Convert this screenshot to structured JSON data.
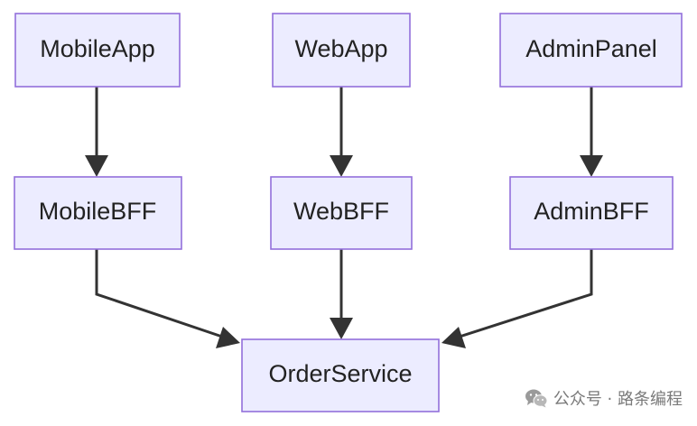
{
  "nodes": {
    "mobile_app": "MobileApp",
    "web_app": "WebApp",
    "admin_panel": "AdminPanel",
    "mobile_bff": "MobileBFF",
    "web_bff": "WebBFF",
    "admin_bff": "AdminBFF",
    "order_service": "OrderService"
  },
  "edges": [
    [
      "MobileApp",
      "MobileBFF"
    ],
    [
      "WebApp",
      "WebBFF"
    ],
    [
      "AdminPanel",
      "AdminBFF"
    ],
    [
      "MobileBFF",
      "OrderService"
    ],
    [
      "WebBFF",
      "OrderService"
    ],
    [
      "AdminBFF",
      "OrderService"
    ]
  ],
  "watermark": {
    "text": "公众号 · 路条编程",
    "icon": "wechat-icon"
  },
  "colors": {
    "node_fill": "#ECECFF",
    "node_border": "#9370DB",
    "edge": "#333333",
    "text": "#222222"
  }
}
